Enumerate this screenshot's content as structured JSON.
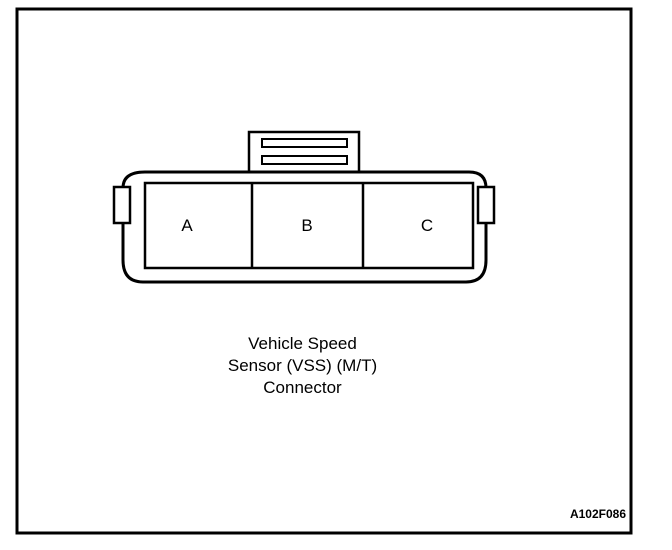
{
  "connector": {
    "pins": [
      "A",
      "B",
      "C"
    ]
  },
  "caption": {
    "line1": "Vehicle Speed",
    "line2": "Sensor (VSS) (M/T)",
    "line3": "Connector"
  },
  "figure_id": "A102F086",
  "colors": {
    "ink": "#000000",
    "paper": "#ffffff"
  }
}
